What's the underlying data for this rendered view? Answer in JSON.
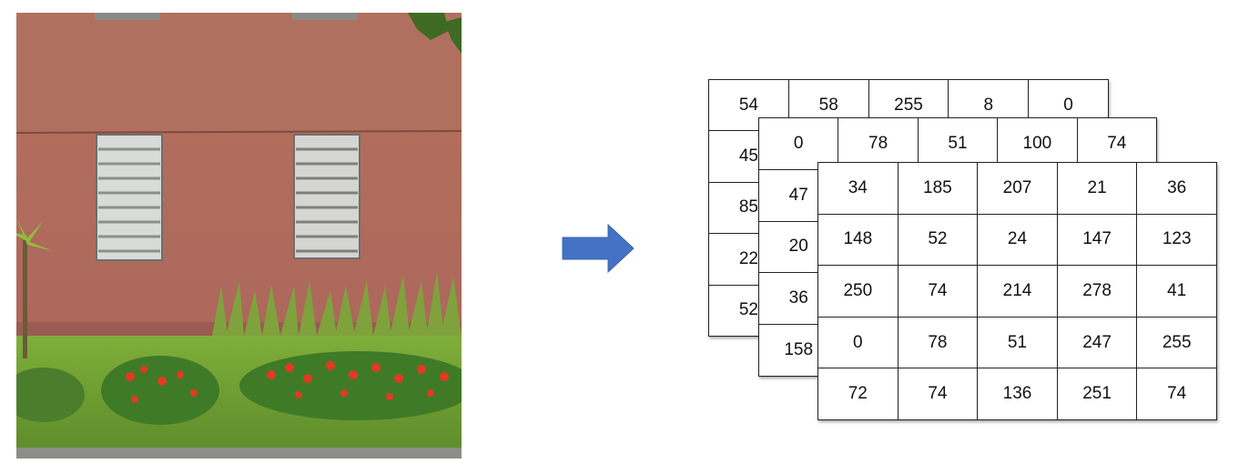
{
  "arrow_color": "#4472C4",
  "matrices": [
    {
      "rows": [
        [
          "54",
          "58",
          "255",
          "8",
          "0"
        ],
        [
          "45",
          "",
          "",
          "",
          ""
        ],
        [
          "85",
          "",
          "",
          "",
          ""
        ],
        [
          "22",
          "",
          "",
          "",
          ""
        ],
        [
          "52",
          "",
          "",
          "",
          ""
        ]
      ]
    },
    {
      "rows": [
        [
          "0",
          "78",
          "51",
          "100",
          "74"
        ],
        [
          "47",
          "",
          "",
          "",
          ""
        ],
        [
          "20",
          "",
          "",
          "",
          ""
        ],
        [
          "36",
          "",
          "",
          "",
          ""
        ],
        [
          "158",
          "",
          "",
          "",
          ""
        ]
      ]
    },
    {
      "rows": [
        [
          "34",
          "185",
          "207",
          "21",
          "36"
        ],
        [
          "148",
          "52",
          "24",
          "147",
          "123"
        ],
        [
          "250",
          "74",
          "214",
          "278",
          "41"
        ],
        [
          "0",
          "78",
          "51",
          "247",
          "255"
        ],
        [
          "72",
          "74",
          "136",
          "251",
          "74"
        ]
      ]
    }
  ]
}
